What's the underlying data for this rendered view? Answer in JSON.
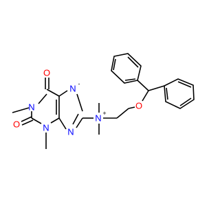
{
  "colors": {
    "bond": "#000000",
    "oxygen": "#ff0000",
    "nitrogen": "#0000ff",
    "background": "#ffffff"
  },
  "atoms": {
    "o_c6": "O",
    "o_c2": "O",
    "o_ether": "O",
    "n1": "N",
    "n3": "N",
    "n7": "N",
    "n9": "N",
    "n_ammonium": "N"
  },
  "charges": {
    "n7": "-",
    "n_ammonium": "+"
  }
}
